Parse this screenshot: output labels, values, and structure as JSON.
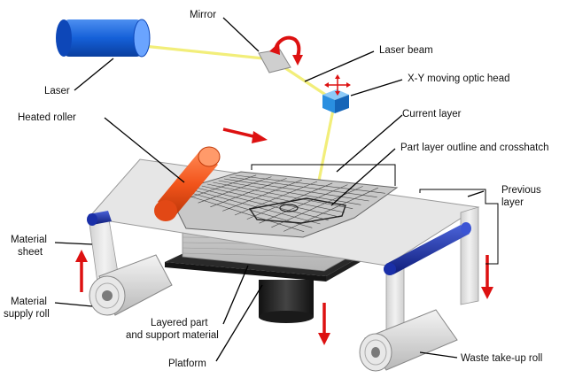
{
  "labels": {
    "laser": "Laser",
    "mirror": "Mirror",
    "laser_beam": "Laser beam",
    "xy_head": "X-Y moving optic head",
    "current_layer": "Current layer",
    "heated_roller": "Heated roller",
    "part_outline": "Part layer outline and crosshatch",
    "previous_layer_1": "Previous",
    "previous_layer_2": "layer",
    "material_sheet_1": "Material",
    "material_sheet_2": "sheet",
    "supply_roll_1": "Material",
    "supply_roll_2": "supply roll",
    "layered_part_1": "Layered part",
    "layered_part_2": "and support material",
    "platform": "Platform",
    "waste_roll": "Waste take-up roll"
  },
  "colors": {
    "laser_body": "#1560d8",
    "beam": "#f2ee7a",
    "optic_head": "#2a8fe0",
    "heated_roller": "#f2541b",
    "arrow_red": "#dd1111",
    "guide_roller": "#1a2fa8",
    "platform": "#2a2a2a",
    "sheet": "#e4e4e4"
  },
  "icons": {
    "mirror_rotation": "curved-arrow-icon",
    "head_motion": "four-way-arrow-icon"
  }
}
